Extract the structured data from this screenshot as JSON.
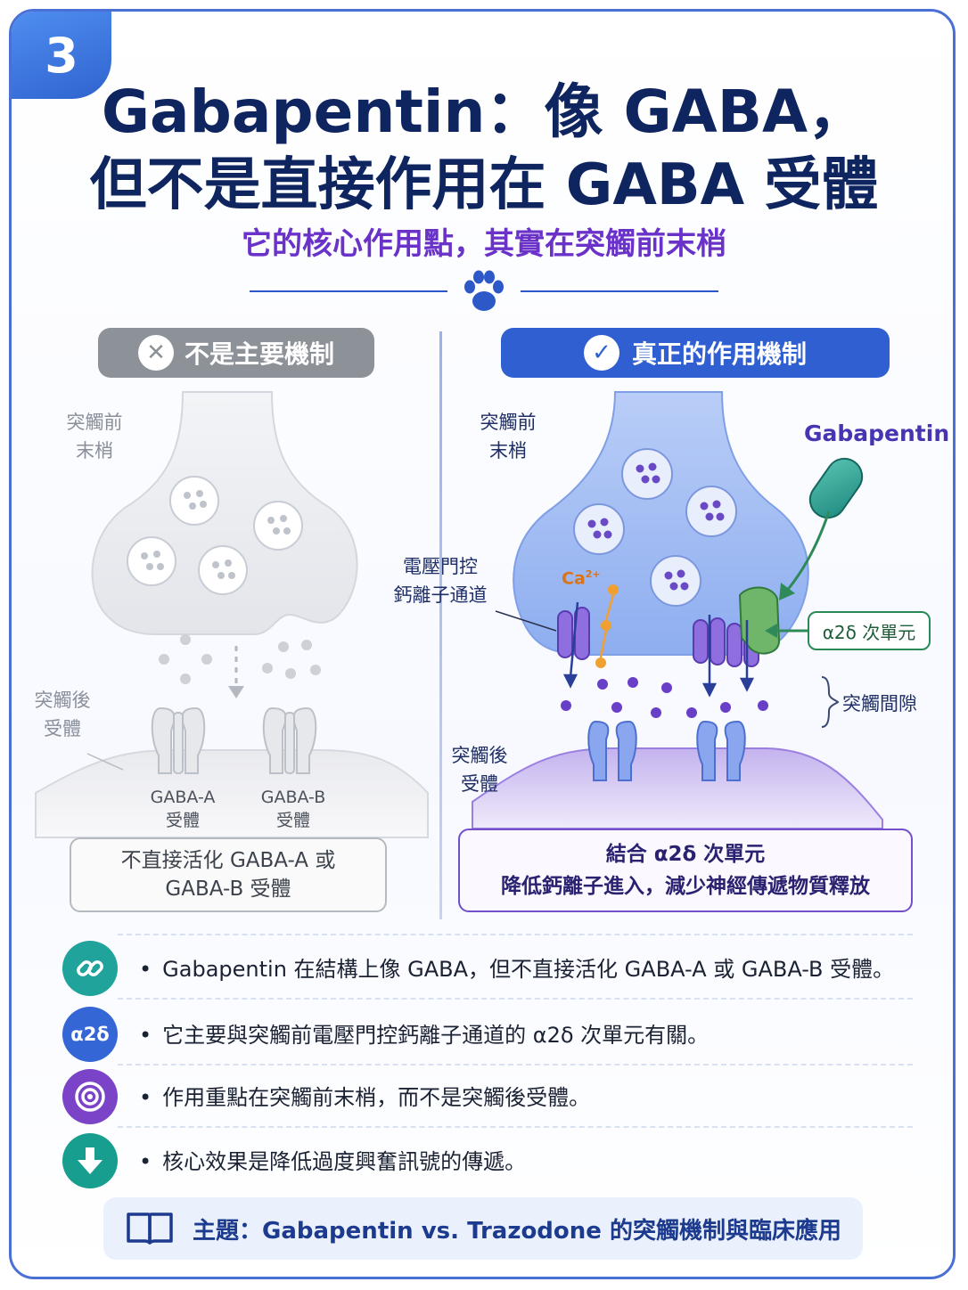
{
  "badge_number": "3",
  "title": {
    "line1": "Gabapentin：像 GABA，",
    "line2": "但不是直接作用在 GABA 受體"
  },
  "subtitle": "它的核心作用點，其實在突觸前末梢",
  "left_panel": {
    "header": "不是主要機制",
    "presynaptic_label": "突觸前\n末梢",
    "postsynaptic_label": "突觸後\n受體",
    "receptor_a_label": "GABA-A\n受體",
    "receptor_b_label": "GABA-B\n受體",
    "note_line1": "不直接活化 GABA-A 或",
    "note_line2": "GABA-B 受體"
  },
  "right_panel": {
    "header": "真正的作用機制",
    "presynaptic_label": "突觸前\n末梢",
    "gabapentin_label": "Gabapentin",
    "channel_label": "電壓門控\n鈣離子通道",
    "ca_label": "Ca",
    "ca_charge": "2+",
    "subunit_label": "α2δ 次單元",
    "cleft_label": "突觸間隙",
    "postsynaptic_label": "突觸後\n受體",
    "note_line1": "結合 α2δ 次單元",
    "note_line2": "降低鈣離子進入，減少神經傳遞物質釋放"
  },
  "points": [
    {
      "icon": "link-icon",
      "icon_text": "",
      "color": "#1fa39a",
      "text": "Gabapentin 在結構上像 GABA，但不直接活化 GABA-A 或 GABA-B 受體。"
    },
    {
      "icon": "alpha2delta-icon",
      "icon_text": "α2δ",
      "color": "#3566d6",
      "text": "它主要與突觸前電壓門控鈣離子通道的 α2δ 次單元有關。"
    },
    {
      "icon": "target-icon",
      "icon_text": "",
      "color": "#7b44c8",
      "text": "作用重點在突觸前末梢，而不是突觸後受體。"
    },
    {
      "icon": "arrow-down-icon",
      "icon_text": "",
      "color": "#179e8e",
      "text": "核心效果是降低過度興奮訊號的傳遞。"
    }
  ],
  "footer": {
    "icon": "book-icon",
    "text": "主題：Gabapentin vs. Trazodone 的突觸機制與臨床應用"
  },
  "colors": {
    "title": "#0f2560",
    "subtitle": "#6a32c9",
    "accent_blue": "#2f5fd0",
    "neutral_gray": "#8d9198",
    "channel_purple": "#7a4fd0",
    "subunit_green": "#3f9a5a",
    "calcium_orange": "#f0a030"
  }
}
